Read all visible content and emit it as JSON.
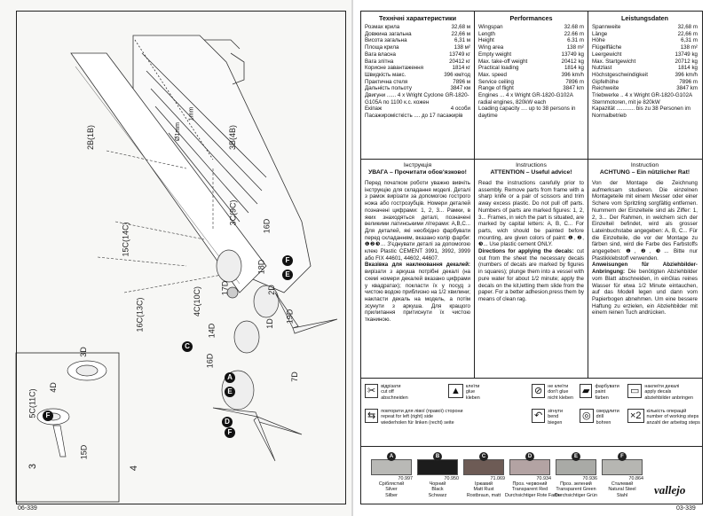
{
  "left_page": {
    "page_number": "06-339",
    "part_labels": [
      "2B(1B)",
      "1mm",
      "Ø1mm",
      "3B(4B)",
      "15C(14C)",
      "3C(9C)",
      "16D",
      "16C(13C)",
      "4C(10C)",
      "17D",
      "18D",
      "2D",
      "14D",
      "1D",
      "19D",
      "16D",
      "7D",
      "5C(11C)",
      "4D",
      "3D",
      "15D",
      "3",
      "4"
    ],
    "callouts": [
      "F",
      "E",
      "C",
      "A",
      "E",
      "D",
      "F",
      "F"
    ]
  },
  "right_page": {
    "page_number": "03-339",
    "brand": "vallejo",
    "specs": [
      {
        "title": "Технічні характеристики",
        "rows": [
          [
            "Розмах крила",
            "32,68 м"
          ],
          [
            "Довжина загальна",
            "22,66 м"
          ],
          [
            "Висота загальна",
            "6,31 м"
          ],
          [
            "Площа крила",
            "138 м²"
          ],
          [
            "Вага власна",
            "13749 кг"
          ],
          [
            "Вага злітна",
            "20412 кг"
          ],
          [
            "Корисне завантаження",
            "1814 кг"
          ],
          [
            "Швидкість макс.",
            "396 км/год"
          ],
          [
            "Практична стеля",
            "7896 м"
          ],
          [
            "Дальність польоту",
            "3847 км"
          ]
        ],
        "engine": "Двигуни ...... 4 x Wright Cyclone GR-1820-G105A по 1100 к.с. кожен",
        "extra": [
          [
            "Екіпаж",
            "4 особи"
          ]
        ],
        "capacity": "Пасажиромісткість .... до 17 пасажирів"
      },
      {
        "title": "Performances",
        "rows": [
          [
            "Wingspan",
            "32.68 m"
          ],
          [
            "Length",
            "22.66 m"
          ],
          [
            "Height",
            "6.31 m"
          ],
          [
            "Wing area",
            "138 m²"
          ],
          [
            "Empty weight",
            "13749 kg"
          ],
          [
            "Max. take-off weight",
            "20412 kg"
          ],
          [
            "Practical loading",
            "1814 kg"
          ],
          [
            "Max. speed",
            "396 km/h"
          ],
          [
            "Service ceiling",
            "7896 m"
          ],
          [
            "Range of flight",
            "3847 km"
          ]
        ],
        "engine": "Engines ... 4 x Wright GR-1820-G102A radial engines, 820kW each",
        "extra": [],
        "capacity": "Loading capacity .... up to 38 persons in daytime"
      },
      {
        "title": "Leistungsdaten",
        "rows": [
          [
            "Spannweite",
            "32,68 m"
          ],
          [
            "Länge",
            "22,66 m"
          ],
          [
            "Höhe",
            "6,31 m"
          ],
          [
            "Flügelfläche",
            "138 m²"
          ],
          [
            "Leergewicht",
            "13749 kg"
          ],
          [
            "Max. Startgewicht",
            "20712 kg"
          ],
          [
            "Nutzlast",
            "1814 kg"
          ],
          [
            "Höchstgeschwindigkeit",
            "396 km/h"
          ],
          [
            "Gipfelhöhe",
            "7896 m"
          ],
          [
            "Reichweite",
            "3847 km"
          ]
        ],
        "engine": "Triebwerke .. 4 x Wright GR-1820-G102A Sternmotoren, mit je 820kW",
        "extra": [],
        "capacity": "Kapazität ............ bis zu 38 Personen im Normalbetrieb"
      }
    ],
    "instructions": [
      {
        "head1": "Інструкція",
        "head2": "УВАГА – Прочитати обов'язково!",
        "text": "Перед початком роботи уважно вивчіть інструкцію для складання моделі. Деталі з рамок вирізати за допомогою гострого ножа або гострозубців. Номери деталей позначені цифрами: 1, 2, 3... Рамки, в яких знаходяться деталі, позначені великими латинськими літерами: A,B,C... Для деталей, які необхідно фарбувати перед складанням, вказано колір фарби: ❶❷❸... З'єднувати деталі за допомогою клею Plastic CEMENT 3991, 3992, 3999 або FIX 44601, 44602, 44607.",
        "decal_title": "Вказівка для наклеювання декалей:",
        "decal_text": "вирізати з аркуша потрібні декалі (на схемі номери декалей вказано цифрами у квадратах); покласти їх у посуд з чистою водою приблизно на 1/2 хвилини; накласти декаль на модель, а потім зсунути з аркуша. Для кращого прилипання притиснути їх чистою тканиною."
      },
      {
        "head1": "Instructions",
        "head2": "ATTENTION – Useful advice!",
        "text": "Read the instructions carefully prior to assembly. Remove parts from frame with a sharp knife or a pair of scissors and trim away excess plastic. Do not pull off parts. Numbers of parts are marked figures: 1, 2, 3... Frames, in wich the part is situated, are marked by capital letters: A, B, C... For parts, wich should be painted before mounting, are given colors of paint: ❶, ❷, ❸... Use plastic cement ONLY.",
        "decal_title": "Directions for applying the decals:",
        "decal_text": "cut out from the sheet the necessary decals (numbers of decals are marked by figures in squares); plunge them into a vessel with pure water for about 1/2 minute; apply the decals on the kit,letting them slide from the paper. For a better adhesion,press them by means of clean rag."
      },
      {
        "head1": "Instruction",
        "head2": "ACHTUNG – Ein nützlicher Rat!",
        "text": "Von der Montage die Zeichnung aufmerksam studieren. Die einzelnen Montageteile mit einem Messer oder einer Schere vom Spritzling sorgfältig entfernen. Nummern der Einzelteile sind als Ziffer: 1, 2, 3... Der Rahmen, in welchem sich der Einzelteil befindet, wird als grosser Lateinbuchstabe angegeben: A, B, C... Für die Einzelteile, die vor der Montage zu färben sind, wird die Farbe des Farbstoffs angegeben: ❶, ❷, ❸... Bitte nur Plastikklebstoff verwenden.",
        "decal_title": "Anweisungen für Abziehbilder-Anbringung:",
        "decal_text": "Die benötigten Abziehbilder vom Blatt abschneiden, in einGlas reines Wasser für etwa 1/2 Minute eintauchen, auf das Modell legen und dann vom Papierbogen abnehmen. Um eine bessere Haftung zu erzielen, ein Abziehbilder mit einem reinen Tuch andrücken."
      }
    ],
    "symbols": [
      {
        "icon": "cut-icon",
        "text": "відрізати\ncut off\nabschneiden"
      },
      {
        "icon": "glue-icon",
        "text": "клеїти\nglue\nkleben"
      },
      {
        "icon": "no-glue-icon",
        "text": "не клеїти\ndon't glue\nnicht kleben"
      },
      {
        "icon": "paint-icon",
        "text": "фарбувати\npaint\nfärben"
      },
      {
        "icon": "decal-icon",
        "text": "наклеїти декалі\napply decals\nabziehbilder anbringen"
      },
      {
        "icon": "repeat-icon",
        "text": "повторити для лівої (правої) сторони\nrepeat for left (right) side\nwiederholen für linken (recht) seite"
      },
      {
        "icon": "bend-icon",
        "text": "зігнути\nbend\nbiegen"
      },
      {
        "icon": "drill-icon",
        "text": "свердлити\ndrill\nbohren"
      },
      {
        "icon": "times-icon",
        "text": "кількість операцій\nnumber of working steps\nanzahl der arbeitsg steps"
      }
    ],
    "colors": [
      {
        "letter": "A",
        "code": "70.997",
        "hex": "#b9b9b6",
        "names": "Сріблястий\nSilver\nSilber"
      },
      {
        "letter": "B",
        "code": "70.950",
        "hex": "#1c1c1c",
        "names": "Чорний\nBlack\nSchwarz"
      },
      {
        "letter": "C",
        "code": "71.069",
        "hex": "#6d5b55",
        "names": "Іржавий\nMatt Rust\nRostbraun, matt"
      },
      {
        "letter": "D",
        "code": "70.934",
        "hex": "#b3a3a3",
        "names": "Проз. червоний\nTransparent Red\nDurchsichtiger Rote Farbe"
      },
      {
        "letter": "E",
        "code": "70.936",
        "hex": "#a9aaa6",
        "names": "Проз. зелений\nTransparent Green\nDurchsichtiger Grün"
      },
      {
        "letter": "F",
        "code": "70.864",
        "hex": "#b6b6b2",
        "names": "Сталевий\nNatural Steel\nStahl"
      }
    ]
  }
}
